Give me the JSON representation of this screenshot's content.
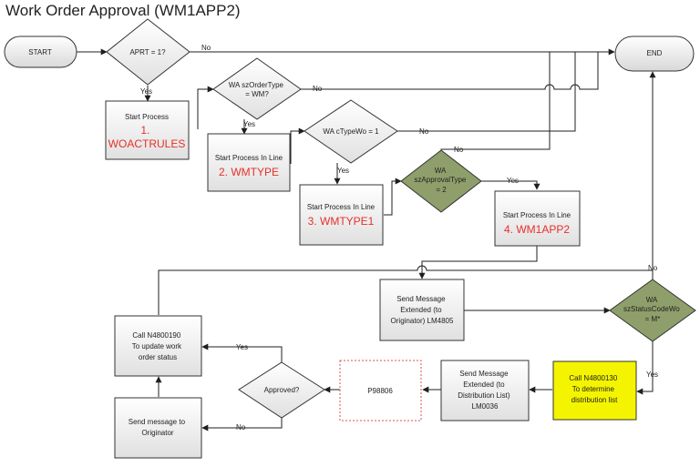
{
  "title": "Work Order Approval (WM1APP2)",
  "nodes": {
    "start": {
      "text": "START"
    },
    "end": {
      "text": "END"
    },
    "d_aprt": {
      "lines": [
        "APRT = 1?"
      ]
    },
    "d_ordertype": {
      "lines": [
        "WA szOrderType",
        "= WM?"
      ]
    },
    "d_ctypewo": {
      "lines": [
        "WA cTypeWo = 1"
      ]
    },
    "d_approvaltype": {
      "lines": [
        "WA",
        "szApprovalType",
        "= 2"
      ]
    },
    "d_status": {
      "lines": [
        "WA",
        "szStatusCodeWo",
        "= M*"
      ]
    },
    "d_approved": {
      "lines": [
        "Approved?"
      ]
    },
    "p1": {
      "lines": [
        "Start Process"
      ],
      "red": [
        "1.",
        "WOACTRULES"
      ]
    },
    "p2": {
      "lines": [
        "Start Process In Line"
      ],
      "red": [
        "2. WMTYPE"
      ]
    },
    "p3": {
      "lines": [
        "Start Process In Line"
      ],
      "red": [
        "3. WMTYPE1"
      ]
    },
    "p4": {
      "lines": [
        "Start Process In Line"
      ],
      "red": [
        "4. WM1APP2"
      ]
    },
    "msg_orig": {
      "lines": [
        "Send Message",
        "Extended (to",
        "Originator) LM4805"
      ]
    },
    "call130": {
      "lines": [
        "Call N4800130",
        "To determine",
        "distribution list"
      ]
    },
    "msg_dist": {
      "lines": [
        "Send Message",
        "Extended (to",
        "Distribution List)",
        "LM0036"
      ]
    },
    "p98806": {
      "lines": [
        "P98806"
      ]
    },
    "call190": {
      "lines": [
        "Call N4800190",
        "To update work",
        "order status"
      ]
    },
    "send_orig": {
      "lines": [
        "Send message to",
        "Originator"
      ]
    }
  },
  "edge_labels": {
    "no": "No",
    "yes": "Yes"
  },
  "colors": {
    "diamond_green": "#8e9f6b",
    "highlight_yellow": "#f4f400",
    "process_fill": "#f2f2f2",
    "line": "#1f1f1f"
  }
}
